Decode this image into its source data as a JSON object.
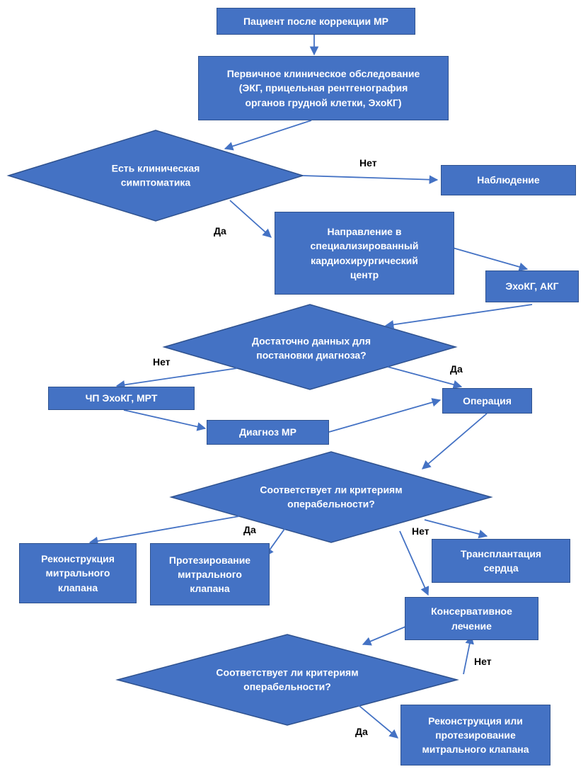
{
  "colors": {
    "fill": "#4472c4",
    "stroke": "#2f528f",
    "arrow": "#4472c4",
    "text": "#ffffff",
    "label": "#000000"
  },
  "nodes": {
    "start": "Пациент после коррекции МР",
    "primary_exam": "Первичное клиническое обследование\n(ЭКГ, прицельная рентгенография\nорганов грудной клетки, ЭхоКГ)",
    "q_symptoms": "Есть клиническая\nсимптоматика",
    "observation": "Наблюдение",
    "referral": "Направление в\nспециализированный\nкардиохирургический\nцентр",
    "echo_akg": "ЭхоКГ, АКГ",
    "q_enough_data": "Достаточно данных для\nпостановки диагноза?",
    "tee_mri": "ЧП ЭхоКГ, МРТ",
    "diagnosis": "Диагноз МР",
    "operation": "Операция",
    "q_operability_1": "Соответствует ли критериям\nоперабельности?",
    "repair": "Реконструкция\nмитрального\nклапана",
    "replacement": "Протезирование\nмитрального\nклапана",
    "transplant": "Трансплантация\nсердца",
    "conservative": "Консервативное\nлечение",
    "q_operability_2": "Соответствует ли критериям\nоперабельности?",
    "repair_or_replace": "Реконструкция или\nпротезирование\nмитрального клапана"
  },
  "edge_labels": {
    "symptoms_no": "Нет",
    "symptoms_yes": "Да",
    "enough_no": "Нет",
    "enough_yes": "Да",
    "operability1_yes": "Да",
    "operability1_no": "Нет",
    "operability2_no": "Нет",
    "operability2_yes": "Да"
  }
}
